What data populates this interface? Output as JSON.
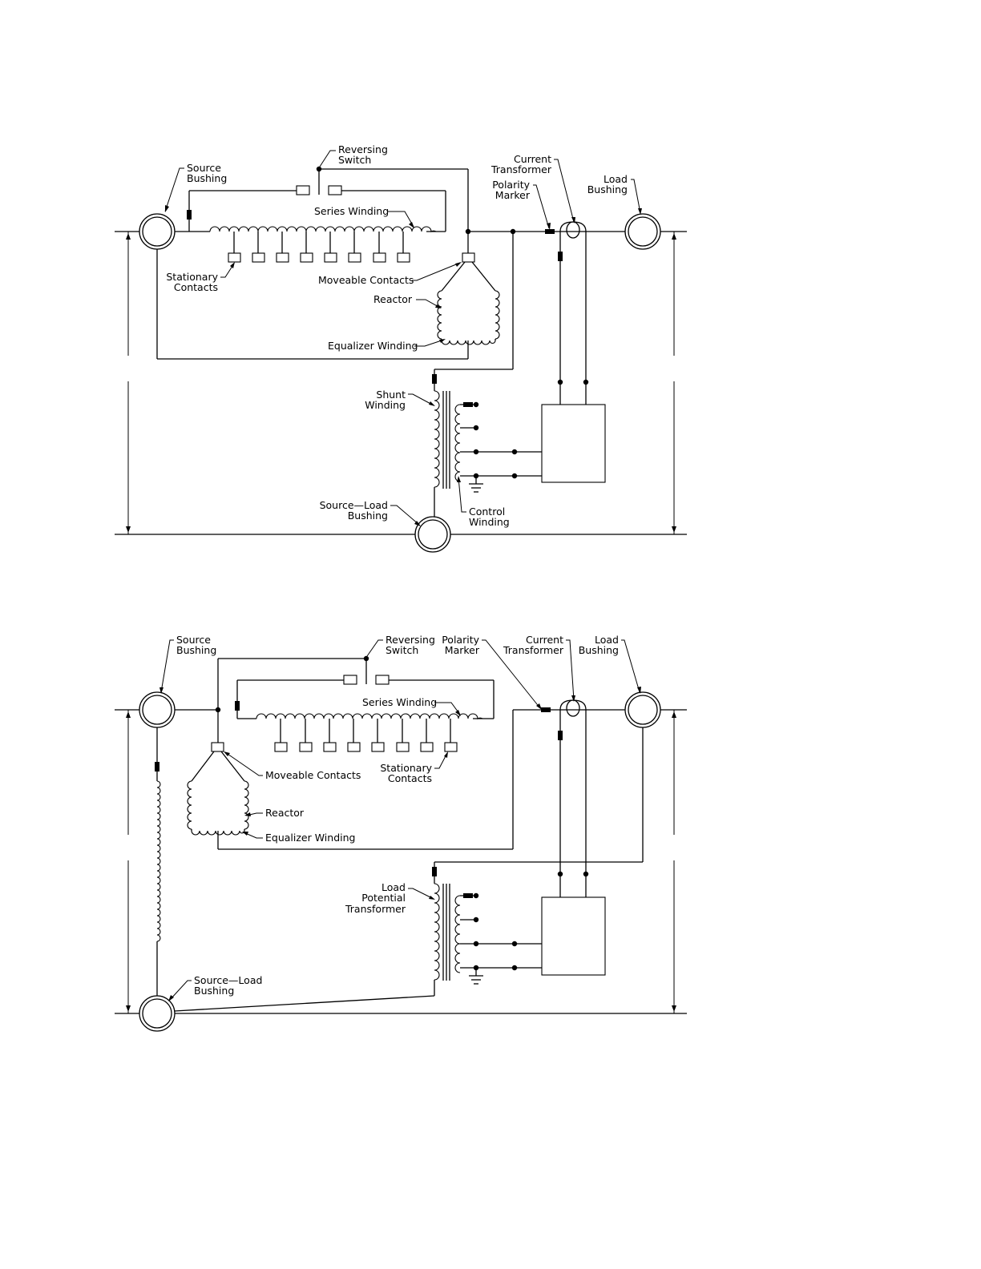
{
  "diagram1": {
    "source_bushing": [
      "Source",
      "Bushing"
    ],
    "reversing_switch": [
      "Reversing",
      "Switch"
    ],
    "current_transformer": [
      "Current",
      "Transformer"
    ],
    "polarity_marker": [
      "Polarity",
      "Marker"
    ],
    "load_bushing": [
      "Load",
      "Bushing"
    ],
    "series_winding": "Series  Winding",
    "stationary_contacts": [
      "Stationary",
      "Contacts"
    ],
    "moveable_contacts": "Moveable  Contacts",
    "reactor": "Reactor",
    "equalizer_winding": "Equalizer  Winding",
    "shunt_winding": [
      "Shunt",
      "Winding"
    ],
    "source_load_bushing": [
      "Source—Load",
      "Bushing"
    ],
    "control_winding": [
      "Control",
      "Winding"
    ]
  },
  "diagram2": {
    "source_bushing": [
      "Source",
      "Bushing"
    ],
    "reversing_switch": [
      "Reversing",
      "Switch"
    ],
    "polarity_marker": [
      "Polarity",
      "Marker"
    ],
    "current_transformer": [
      "Current",
      "Transformer"
    ],
    "load_bushing": [
      "Load",
      "Bushing"
    ],
    "series_winding": "Series  Winding",
    "moveable_contacts": "Moveable  Contacts",
    "stationary_contacts": [
      "Stationary",
      "Contacts"
    ],
    "reactor": "Reactor",
    "equalizer_winding": "Equalizer  Winding",
    "load_potential_transformer": [
      "Load",
      "Potential",
      "Transformer"
    ],
    "source_load_bushing": [
      "Source—Load",
      "Bushing"
    ]
  }
}
